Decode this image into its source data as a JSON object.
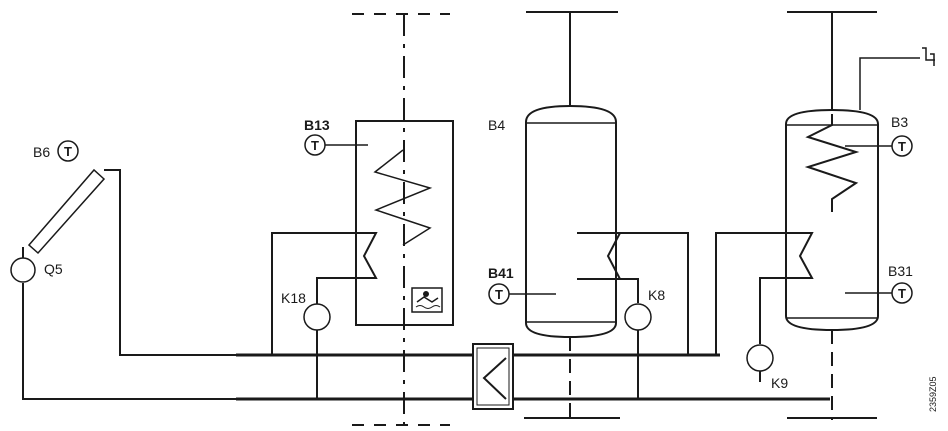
{
  "labels": {
    "b6": "B6",
    "q5": "Q5",
    "b13": "B13",
    "k18": "K18",
    "b4": "B4",
    "b41": "B41",
    "k8": "K8",
    "b3": "B3",
    "b31": "B31",
    "k9": "K9"
  },
  "sensor_symbol": "T",
  "drawing_code": "2359Z05"
}
